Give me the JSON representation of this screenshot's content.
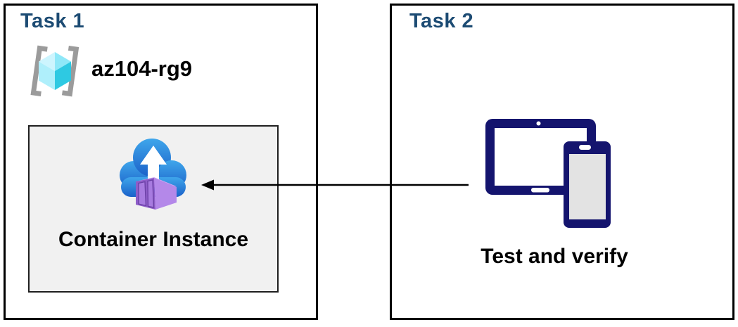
{
  "task1": {
    "title": "Task 1",
    "resource_group": {
      "name": "az104-rg9",
      "icon": "resource-group-icon"
    },
    "container": {
      "label": "Container Instance",
      "icon": "container-instance-icon"
    }
  },
  "task2": {
    "title": "Task 2",
    "device": {
      "label": "Test and verify",
      "icon": "tablet-phone-icon"
    }
  },
  "arrow": {
    "from": "task2-devices",
    "to": "task1-container-instance",
    "direction": "right-to-left"
  },
  "colors": {
    "title_blue": "#1C4B73",
    "text_black": "#000000",
    "outer_border": "#000000",
    "inner_box_bg": "#F1F1F1",
    "inner_box_border": "#1F1F1F",
    "device_navy": "#14146E",
    "device_screen_gray": "#E3E3E3",
    "device_screen_white": "#FFFFFF",
    "cloud_blue_top": "#3FA6EB",
    "cloud_blue_bottom": "#1B61C9",
    "arrow_white": "#FFFFFF",
    "container_front": "#8E5DC8",
    "container_side": "#B488E9",
    "container_top": "#C9A6F1",
    "container_door": "#A87BE0",
    "container_door_edge": "#6B41A6",
    "bracket_gray": "#9B9B9B",
    "cube_top_left": "#CDF5FE",
    "cube_top_right": "#8FE8F8",
    "cube_left": "#AFEFFB",
    "cube_right": "#2EC9E2",
    "connector_black": "#000000"
  }
}
